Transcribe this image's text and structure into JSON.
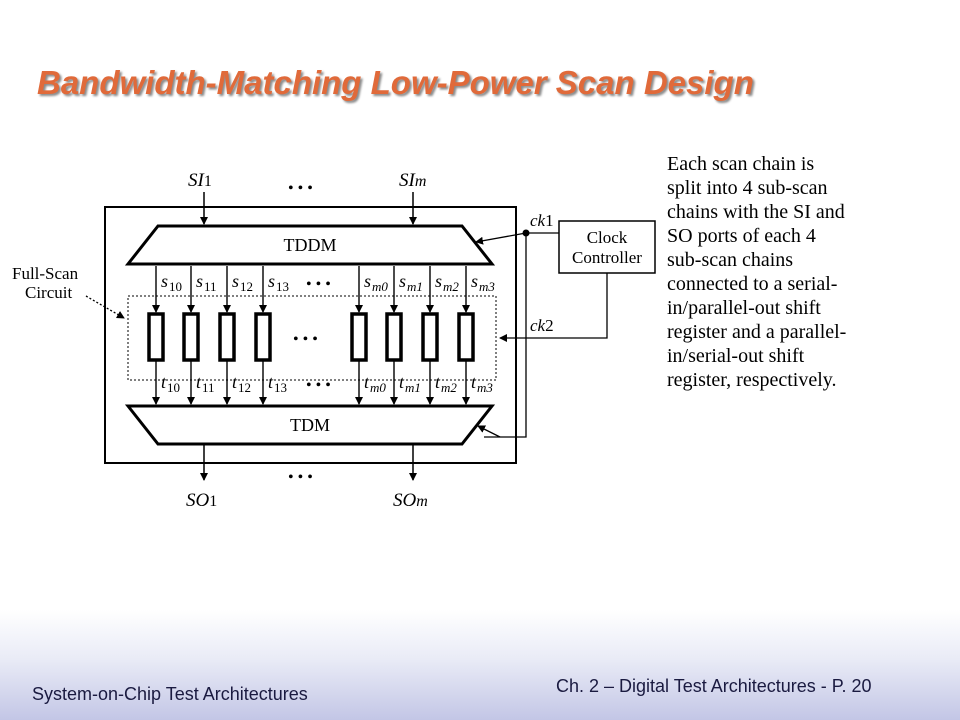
{
  "slide": {
    "title": "Bandwidth-Matching Low-Power Scan Design",
    "description_lines": [
      "Each scan chain is",
      "split into 4 sub-scan",
      "chains with the SI and",
      "SO ports of each 4",
      "sub-scan chains",
      "connected to a serial-",
      "in/parallel-out shift",
      "register and a parallel-",
      "in/serial-out shift",
      "register, respectively."
    ]
  },
  "diagram": {
    "si_first": "SI",
    "si_first_sub": "1",
    "si_last": "SI",
    "si_last_sub": "m",
    "so_first": "SO",
    "so_first_sub": "1",
    "so_last": "SO",
    "so_last_sub": "m",
    "ellipsis": "• • •",
    "tddm_label": "TDDM",
    "tdm_label": "TDM",
    "full_scan_line1": "Full-Scan",
    "full_scan_line2": "Circuit",
    "clock_line1": "Clock",
    "clock_line2": "Controller",
    "ck1": "ck",
    "ck1_num": "1",
    "ck2": "ck",
    "ck2_num": "2",
    "s_labels": [
      {
        "base": "s",
        "sub": "10"
      },
      {
        "base": "s",
        "sub": "11"
      },
      {
        "base": "s",
        "sub": "12"
      },
      {
        "base": "s",
        "sub": "13"
      },
      {
        "base": "s",
        "sub": "m0"
      },
      {
        "base": "s",
        "sub": "m1"
      },
      {
        "base": "s",
        "sub": "m2"
      },
      {
        "base": "s",
        "sub": "m3"
      }
    ],
    "t_labels": [
      {
        "base": "t",
        "sub": "10"
      },
      {
        "base": "t",
        "sub": "11"
      },
      {
        "base": "t",
        "sub": "12"
      },
      {
        "base": "t",
        "sub": "13"
      },
      {
        "base": "t",
        "sub": "m0"
      },
      {
        "base": "t",
        "sub": "m1"
      },
      {
        "base": "t",
        "sub": "m2"
      },
      {
        "base": "t",
        "sub": "m3"
      }
    ]
  },
  "footer": {
    "left": "System-on-Chip Test Architectures",
    "right": "Ch. 2 – Digital Test Architectures - P. 20"
  },
  "colors": {
    "title": "#e06a3a",
    "footer_text": "#1a1a40"
  }
}
